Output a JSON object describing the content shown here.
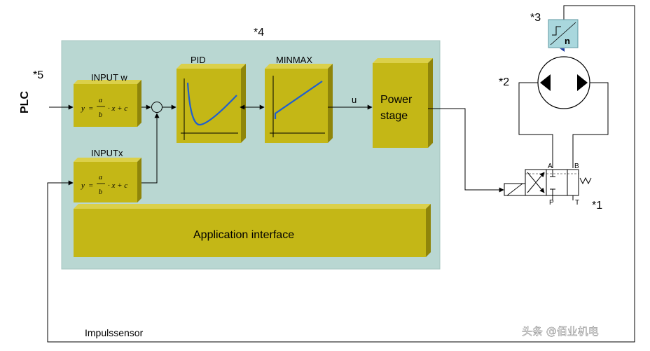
{
  "labels": {
    "plc": "PLC",
    "marker1": "*1",
    "marker2": "*2",
    "marker3": "*3",
    "marker4": "*4",
    "marker5": "*5",
    "input_w": "INPUT w",
    "input_x": "INPUTx",
    "pid": "PID",
    "minmax": "MINMAX",
    "u": "u",
    "power_line1": "Power",
    "power_line2": "stage",
    "app_interface": "Application interface",
    "impulssensor": "Impulssensor",
    "valve_a": "A",
    "valve_b": "B",
    "valve_p": "P",
    "valve_t": "T",
    "sensor_n": "n",
    "watermark": "头条 @佰业机电"
  },
  "formula": {
    "y": "y",
    "eq": "=",
    "num": "a",
    "den": "b",
    "rest": "· x + c"
  },
  "colors": {
    "controller_bg": "#b9d7d2",
    "block_face": "#c4b716",
    "block_top": "#dbd04a",
    "block_side": "#8f850a",
    "plot_curve": "#1f5fd0",
    "sensor_box": "#a9d7dd"
  },
  "icons": {
    "summing_junction": "circle",
    "motor": "hydraulic-motor-bidirectional",
    "valve": "proportional-valve-4-3",
    "sensor": "speed-sensor-step"
  }
}
